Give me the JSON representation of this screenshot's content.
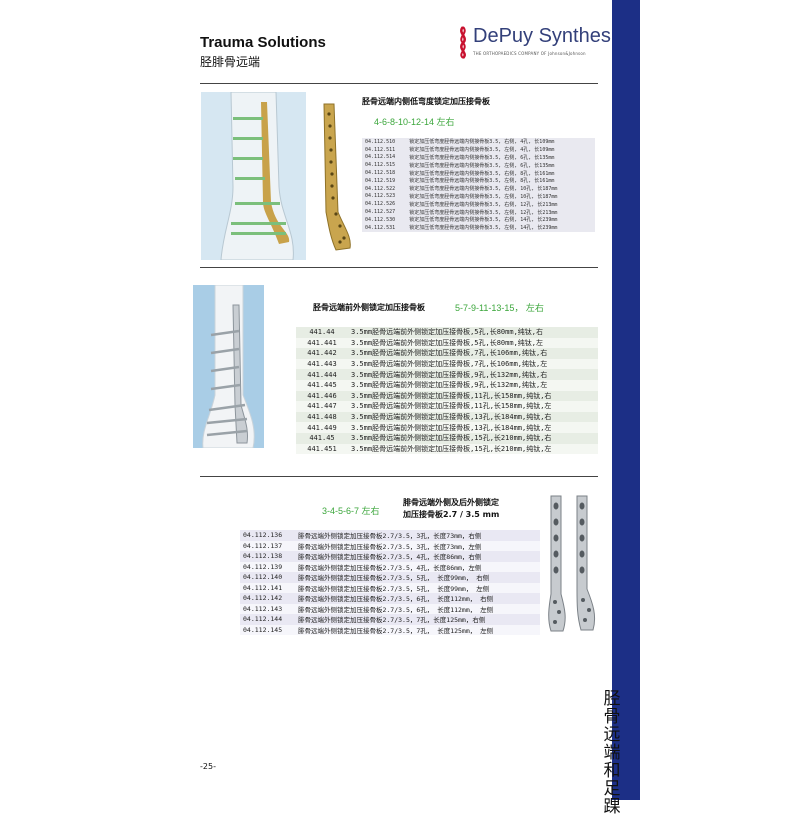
{
  "header": {
    "title": "Trauma Solutions",
    "subtitle": "胫腓骨远端",
    "logo_name": "DePuy Synthes",
    "logo_tag": "THE ORTHOPAEDICS COMPANY OF Johnson&Johnson"
  },
  "side_label": "胫骨远端和足踝",
  "page_number": "-25-",
  "sections": [
    {
      "title": "胫骨远端内侧低弯度锁定加压接骨板",
      "sizes": "4-6-8-10-12-14  左右",
      "rows": [
        {
          "code": "04.112.510",
          "desc": "锁定加压低弯度胫骨远端内侧接骨板3.5, 右侧, 4孔, 长109mm"
        },
        {
          "code": "04.112.511",
          "desc": "锁定加压低弯度胫骨远端内侧接骨板3.5, 左侧, 4孔, 长109mm"
        },
        {
          "code": "04.112.514",
          "desc": "锁定加压低弯度胫骨远端内侧接骨板3.5, 右侧, 6孔, 长135mm"
        },
        {
          "code": "04.112.515",
          "desc": "锁定加压低弯度胫骨远端内侧接骨板3.5, 左侧, 6孔, 长135mm"
        },
        {
          "code": "04.112.518",
          "desc": "锁定加压低弯度胫骨远端内侧接骨板3.5, 右侧, 8孔, 长161mm"
        },
        {
          "code": "04.112.519",
          "desc": "锁定加压低弯度胫骨远端内侧接骨板3.5, 左侧, 8孔, 长161mm"
        },
        {
          "code": "04.112.522",
          "desc": "锁定加压低弯度胫骨远端内侧接骨板3.5, 右侧, 10孔, 长187mm"
        },
        {
          "code": "04.112.523",
          "desc": "锁定加压低弯度胫骨远端内侧接骨板3.5, 左侧, 10孔, 长187mm"
        },
        {
          "code": "04.112.526",
          "desc": "锁定加压低弯度胫骨远端内侧接骨板3.5, 右侧, 12孔, 长213mm"
        },
        {
          "code": "04.112.527",
          "desc": "锁定加压低弯度胫骨远端内侧接骨板3.5, 左侧, 12孔, 长213mm"
        },
        {
          "code": "04.112.530",
          "desc": "锁定加压低弯度胫骨远端内侧接骨板3.5, 右侧, 14孔, 长239mm"
        },
        {
          "code": "04.112.531",
          "desc": "锁定加压低弯度胫骨远端内侧接骨板3.5, 左侧, 14孔, 长239mm"
        }
      ]
    },
    {
      "title": "胫骨远端前外侧锁定加压接骨板",
      "sizes": "5-7-9-11-13-15，  左右",
      "rows": [
        {
          "code": "441.44",
          "desc": "3.5mm胫骨远端前外侧锁定加压接骨板,5孔,长80mm,纯钛,右"
        },
        {
          "code": "441.441",
          "desc": "3.5mm胫骨远端前外侧锁定加压接骨板,5孔,长80mm,纯钛,左"
        },
        {
          "code": "441.442",
          "desc": "3.5mm胫骨远端前外侧锁定加压接骨板,7孔,长106mm,纯钛,右"
        },
        {
          "code": "441.443",
          "desc": "3.5mm胫骨远端前外侧锁定加压接骨板,7孔,长106mm,纯钛,左"
        },
        {
          "code": "441.444",
          "desc": "3.5mm胫骨远端前外侧锁定加压接骨板,9孔,长132mm,纯钛,右"
        },
        {
          "code": "441.445",
          "desc": "3.5mm胫骨远端前外侧锁定加压接骨板,9孔,长132mm,纯钛,左"
        },
        {
          "code": "441.446",
          "desc": "3.5mm胫骨远端前外侧锁定加压接骨板,11孔,长158mm,纯钛,右"
        },
        {
          "code": "441.447",
          "desc": "3.5mm胫骨远端前外侧锁定加压接骨板,11孔,长158mm,纯钛,左"
        },
        {
          "code": "441.448",
          "desc": "3.5mm胫骨远端前外侧锁定加压接骨板,13孔,长184mm,纯钛,右"
        },
        {
          "code": "441.449",
          "desc": "3.5mm胫骨远端前外侧锁定加压接骨板,13孔,长184mm,纯钛,左"
        },
        {
          "code": "441.45",
          "desc": "3.5mm胫骨远端前外侧锁定加压接骨板,15孔,长210mm,纯钛,右"
        },
        {
          "code": "441.451",
          "desc": "3.5mm胫骨远端前外侧锁定加压接骨板,15孔,长210mm,纯钛,左"
        }
      ]
    },
    {
      "title": "腓骨远端外侧及后外侧锁定",
      "title2": "加压接骨板2.7 / 3.5 mm",
      "sizes": "3-4-5-6-7  左右",
      "rows": [
        {
          "code": "04.112.136",
          "desc": "腓骨远端外侧锁定加压接骨板2.7/3.5，3孔，长度73mm，右侧"
        },
        {
          "code": "04.112.137",
          "desc": "腓骨远端外侧锁定加压接骨板2.7/3.5，3孔，长度73mm，左侧"
        },
        {
          "code": "04.112.138",
          "desc": "腓骨远端外侧锁定加压接骨板2.7/3.5，4孔，长度86mm，右侧"
        },
        {
          "code": "04.112.139",
          "desc": "腓骨远端外侧锁定加压接骨板2.7/3.5，4孔，长度86mm，左侧"
        },
        {
          "code": "04.112.140",
          "desc": "腓骨远端外侧锁定加压接骨板2.7/3.5，5孔，  长度99mm，  右侧"
        },
        {
          "code": "04.112.141",
          "desc": "腓骨远端外侧锁定加压接骨板2.7/3.5，5孔，  长度99mm，  左侧"
        },
        {
          "code": "04.112.142",
          "desc": "腓骨远端外侧锁定加压接骨板2.7/3.5，6孔，  长度112mm，  右侧"
        },
        {
          "code": "04.112.143",
          "desc": "腓骨远端外侧锁定加压接骨板2.7/3.5，6孔，  长度112mm，  左侧"
        },
        {
          "code": "04.112.144",
          "desc": "腓骨远端外侧锁定加压接骨板2.7/3.5，7孔，长度125mm，右侧"
        },
        {
          "code": "04.112.145",
          "desc": "腓骨远端外侧锁定加压接骨板2.7/3.5，7孔，  长度125mm，  左侧"
        }
      ]
    }
  ]
}
